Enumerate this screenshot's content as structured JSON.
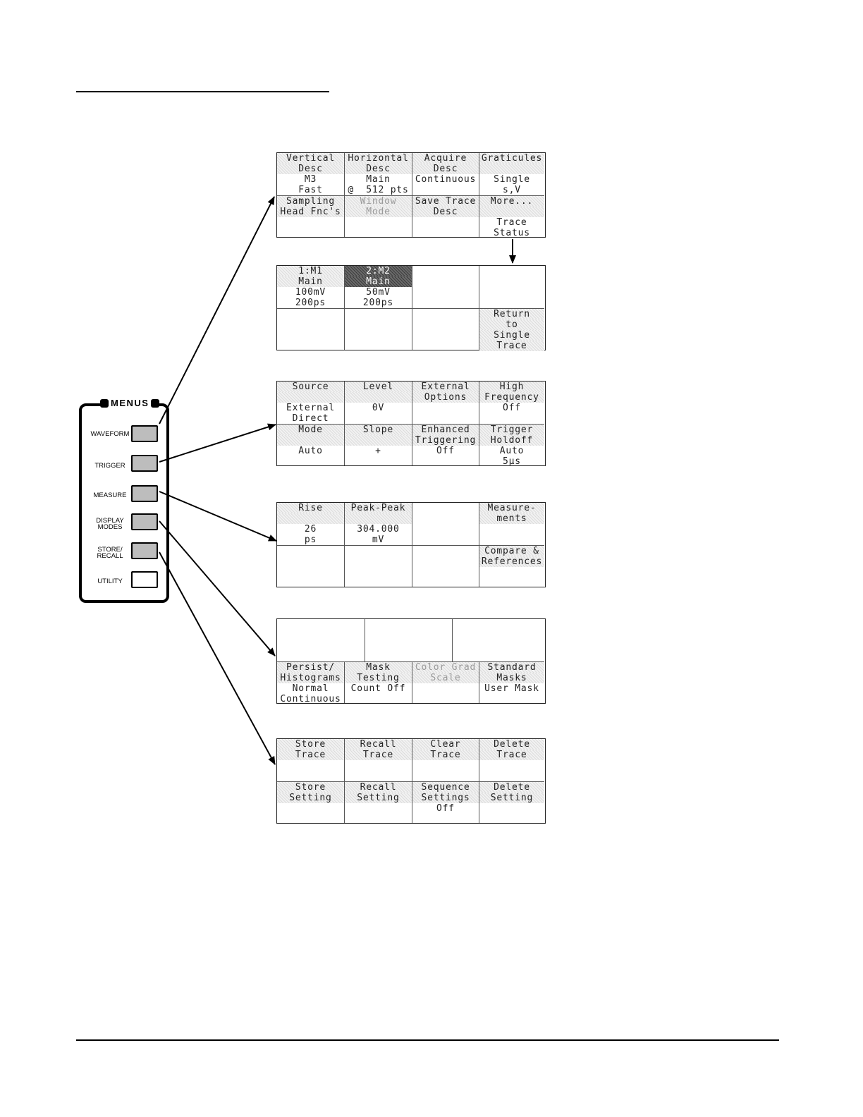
{
  "menus_panel": {
    "title": "MENUS",
    "buttons": [
      {
        "label_1": "WAVEFORM",
        "label_2": ""
      },
      {
        "label_1": "TRIGGER",
        "label_2": ""
      },
      {
        "label_1": "MEASURE",
        "label_2": ""
      },
      {
        "label_1": "DISPLAY",
        "label_2": "MODES"
      },
      {
        "label_1": "STORE/",
        "label_2": "RECALL"
      },
      {
        "label_1": "UTILITY",
        "label_2": ""
      }
    ]
  },
  "waveform_menu": {
    "cells": [
      [
        "Vertical",
        "Desc",
        "M3",
        "Fast"
      ],
      [
        "Horizontal",
        "Desc",
        "Main",
        "@  512 pts"
      ],
      [
        "Acquire",
        "Desc",
        "Continuous",
        ""
      ],
      [
        "Graticules",
        "",
        "Single",
        "s,V"
      ],
      [
        "Sampling",
        "Head Fnc's",
        "",
        ""
      ],
      [
        "Window",
        "Mode",
        "",
        ""
      ],
      [
        "Save Trace",
        "Desc",
        "",
        ""
      ],
      [
        "More...",
        "",
        "Trace",
        "Status"
      ]
    ]
  },
  "trace_status_menu": {
    "cells": [
      [
        "1:M1",
        "Main",
        "100mV",
        "200ps"
      ],
      [
        "2:M2",
        "Main",
        "50mV",
        "200ps"
      ],
      [
        "",
        "",
        "",
        ""
      ],
      [
        "",
        "",
        "",
        ""
      ],
      [
        "",
        "",
        "",
        ""
      ],
      [
        "",
        "",
        "",
        ""
      ],
      [
        "",
        "",
        "",
        ""
      ],
      [
        "Return",
        "to",
        "Single",
        "Trace"
      ]
    ]
  },
  "trigger_menu": {
    "cells": [
      [
        "Source",
        "",
        "External",
        "Direct"
      ],
      [
        "Level",
        "",
        "0V",
        ""
      ],
      [
        "External",
        "Options",
        "",
        ""
      ],
      [
        "High",
        "Frequency",
        "Off",
        ""
      ],
      [
        "Mode",
        "",
        "Auto",
        ""
      ],
      [
        "Slope",
        "",
        "+",
        ""
      ],
      [
        "Enhanced",
        "Triggering",
        "Off",
        ""
      ],
      [
        "Trigger",
        "Holdoff",
        "Auto",
        "5µs"
      ]
    ]
  },
  "measure_menu": {
    "cells": [
      [
        "Rise",
        "",
        "26",
        "ps"
      ],
      [
        "Peak-Peak",
        "",
        "304.000",
        "mV"
      ],
      [
        "",
        "",
        "",
        ""
      ],
      [
        "Measure-",
        "ments",
        "",
        ""
      ],
      [
        "",
        "",
        "",
        ""
      ],
      [
        "",
        "",
        "",
        ""
      ],
      [
        "",
        "",
        "",
        ""
      ],
      [
        "Compare &",
        "References",
        "",
        ""
      ]
    ]
  },
  "display_modes_menu": {
    "top_cells": [
      [
        "",
        "",
        "",
        ""
      ],
      [
        "",
        "",
        "",
        ""
      ],
      [
        "",
        "",
        "",
        ""
      ]
    ],
    "cells": [
      [
        "Persist/",
        "Histograms",
        "Normal",
        "Continuous"
      ],
      [
        "Mask",
        "Testing",
        "Count Off",
        ""
      ],
      [
        "Color Grad",
        "Scale",
        "",
        ""
      ],
      [
        "Standard",
        "Masks",
        "User Mask",
        ""
      ]
    ]
  },
  "store_recall_menu": {
    "cells": [
      [
        "Store",
        "Trace",
        "",
        ""
      ],
      [
        "Recall",
        "Trace",
        "",
        ""
      ],
      [
        "Clear",
        "Trace",
        "",
        ""
      ],
      [
        "Delete",
        "Trace",
        "",
        ""
      ],
      [
        "Store",
        "Setting",
        "",
        ""
      ],
      [
        "Recall",
        "Setting",
        "",
        ""
      ],
      [
        "Sequence",
        "Settings",
        "Off",
        ""
      ],
      [
        "Delete",
        "Setting",
        "",
        ""
      ]
    ]
  }
}
